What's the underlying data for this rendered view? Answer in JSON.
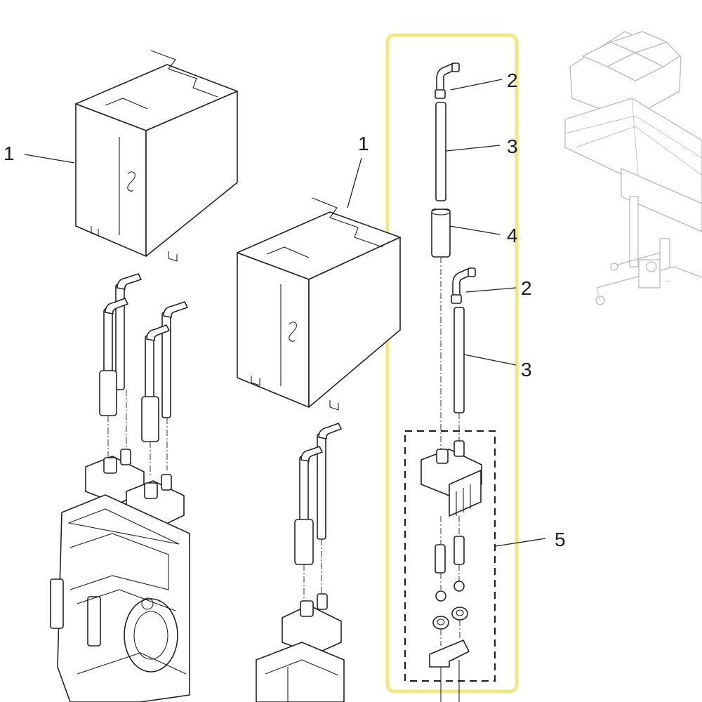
{
  "highlight_color": "#efe77f",
  "callouts": {
    "ink_pack_left": "1",
    "ink_pack_center": "1",
    "elbow_upper": "2",
    "tube_upper": "3",
    "sleeve": "4",
    "elbow_lower": "2",
    "tube_lower": "3",
    "damper_assembly": "5"
  }
}
